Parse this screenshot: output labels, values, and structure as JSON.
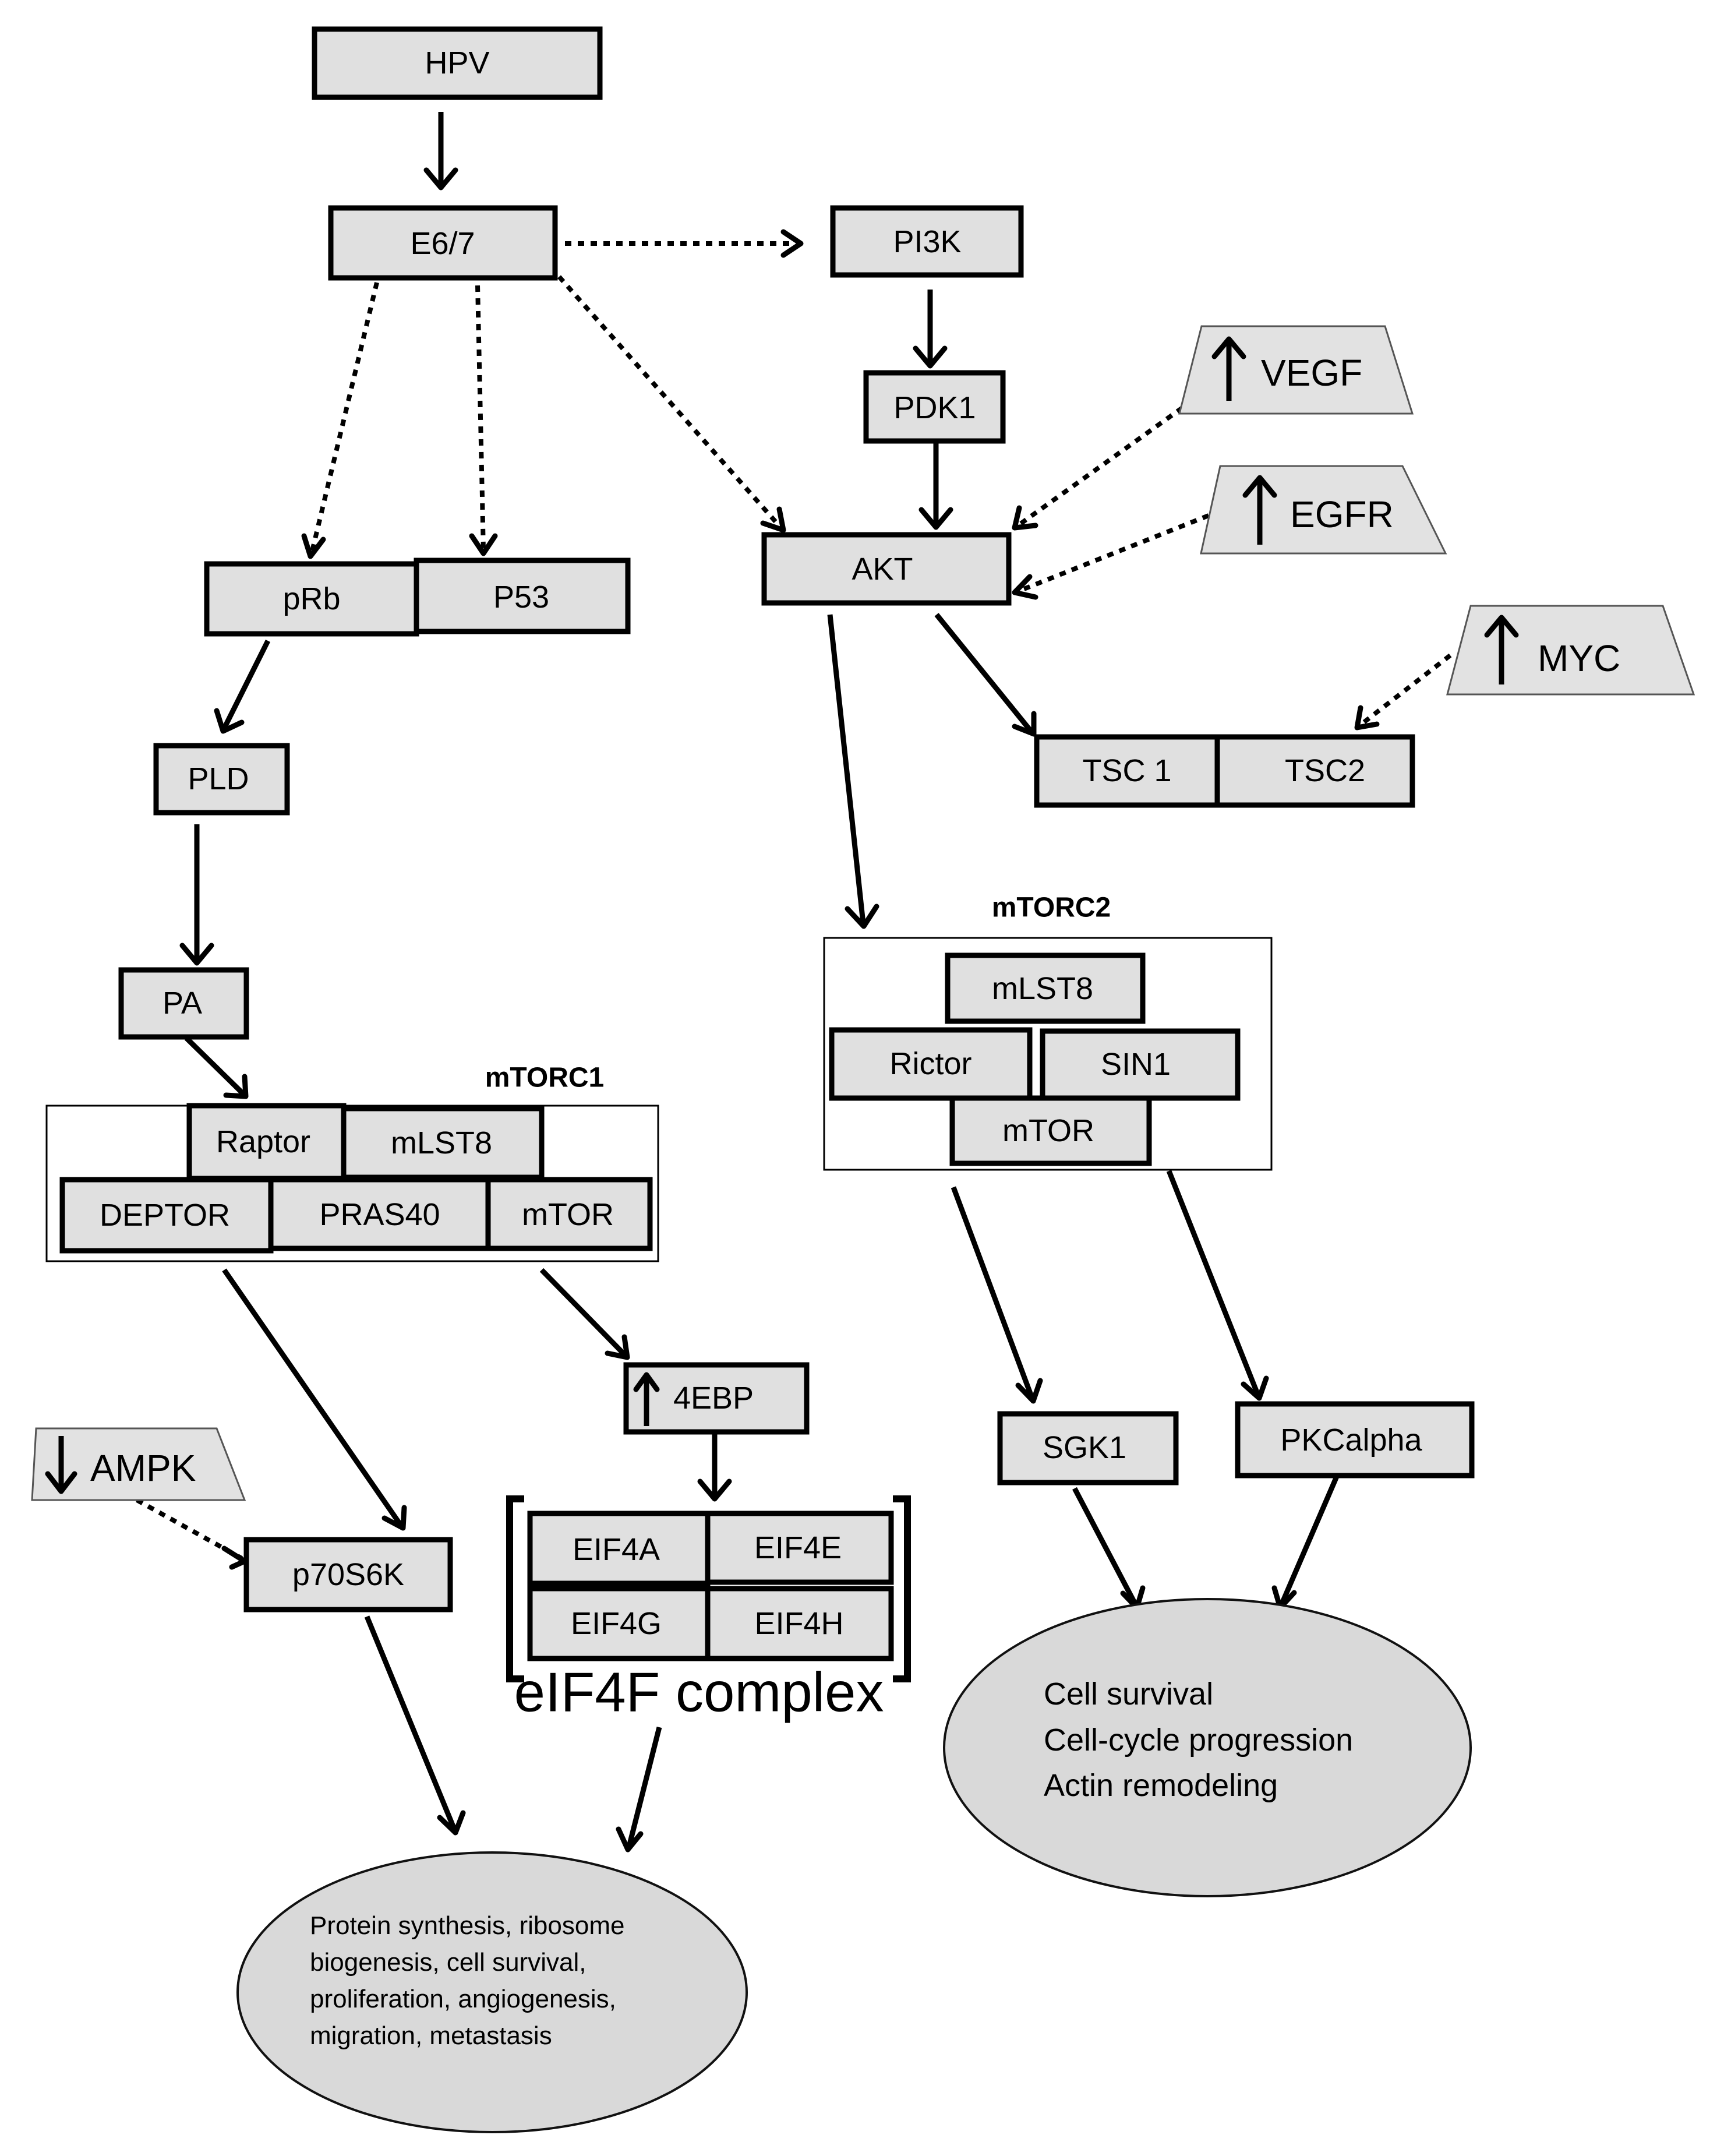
{
  "nodes": {
    "hpv": "HPV",
    "e67": "E6/7",
    "pi3k": "PI3K",
    "pdk1": "PDK1",
    "akt": "AKT",
    "vegf": "VEGF",
    "egfr": "EGFR",
    "myc": "MYC",
    "prb": "pRb",
    "p53": "P53",
    "pld": "PLD",
    "pa": "PA",
    "tsc1": "TSC 1",
    "tsc2": "TSC2",
    "mtorc1": {
      "title": "mTORC1",
      "raptor": "Raptor",
      "mlst8": "mLST8",
      "deptor": "DEPTOR",
      "pras40": "PRAS40",
      "mtor": "mTOR"
    },
    "mtorc2": {
      "title": "mTORC2",
      "mlst8": "mLST8",
      "rictor": "Rictor",
      "sin1": "SIN1",
      "mtor": "mTOR"
    },
    "ebp": "4EBP",
    "ampk": "AMPK",
    "p70s6k": "p70S6K",
    "eif4a": "EIF4A",
    "eif4e": "EIF4E",
    "eif4g": "EIF4G",
    "eif4h": "EIF4H",
    "eif4f_label": "eIF4F complex",
    "sgk1": "SGK1",
    "pkcalpha": "PKCalpha"
  },
  "outcomes": {
    "left": [
      "Protein synthesis, ribosome",
      "biogenesis, cell survival,",
      "proliferation, angiogenesis,",
      "migration, metastasis"
    ],
    "right": [
      "Cell survival",
      "Cell-cycle progression",
      "Actin remodeling"
    ]
  },
  "regulation": {
    "vegf": "up",
    "egfr": "up",
    "myc": "up",
    "ebp": "up",
    "ampk": "down"
  }
}
